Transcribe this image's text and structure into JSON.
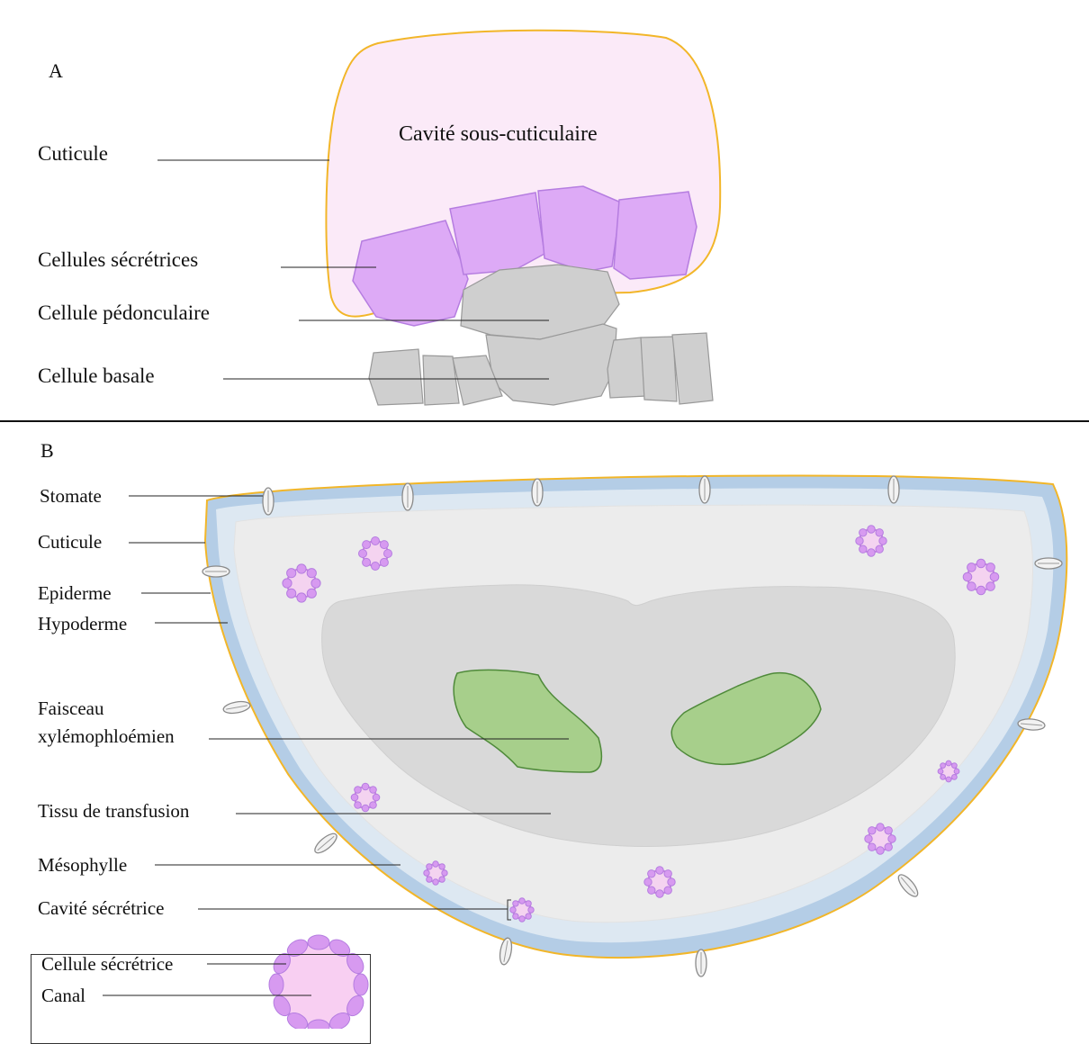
{
  "panels": {
    "a": "A",
    "b": "B"
  },
  "panel_a": {
    "cavity_label": "Cavité sous-cuticulaire",
    "labels": {
      "cuticule": "Cuticule",
      "secretory_cells": "Cellules sécrétrices",
      "stalk_cell": "Cellule pédonculaire",
      "basal_cell": "Cellule basale"
    }
  },
  "panel_b": {
    "labels": {
      "stomate": "Stomate",
      "cuticule": "Cuticule",
      "epiderme": "Epiderme",
      "hypoderme": "Hypoderme",
      "faisceau_1": "Faisceau",
      "faisceau_2": "xylémophloémien",
      "tissu": "Tissu de transfusion",
      "mesophylle": "Mésophylle",
      "cavite": "Cavité sécrétrice"
    }
  },
  "inset": {
    "labels": {
      "cellule": "Cellule sécrétrice",
      "canal": "Canal"
    }
  },
  "colors": {
    "cuticle": "#f2b629",
    "cavity_fill": "#fbeaf8",
    "secretory": "#ddaaf6",
    "secretory_stroke": "#b57de0",
    "gray_cell": "#cfcfcf",
    "epidermis": "#b4cde6",
    "hypodermis": "#dde8f2",
    "mesophyll": "#ececec",
    "transfusion": "#d9d9d9",
    "bundle": "#a7cf8b",
    "bundle_stroke": "#4f8a3a",
    "canal_fill": "#f8cff2",
    "stoma": "#f2f2f2"
  }
}
